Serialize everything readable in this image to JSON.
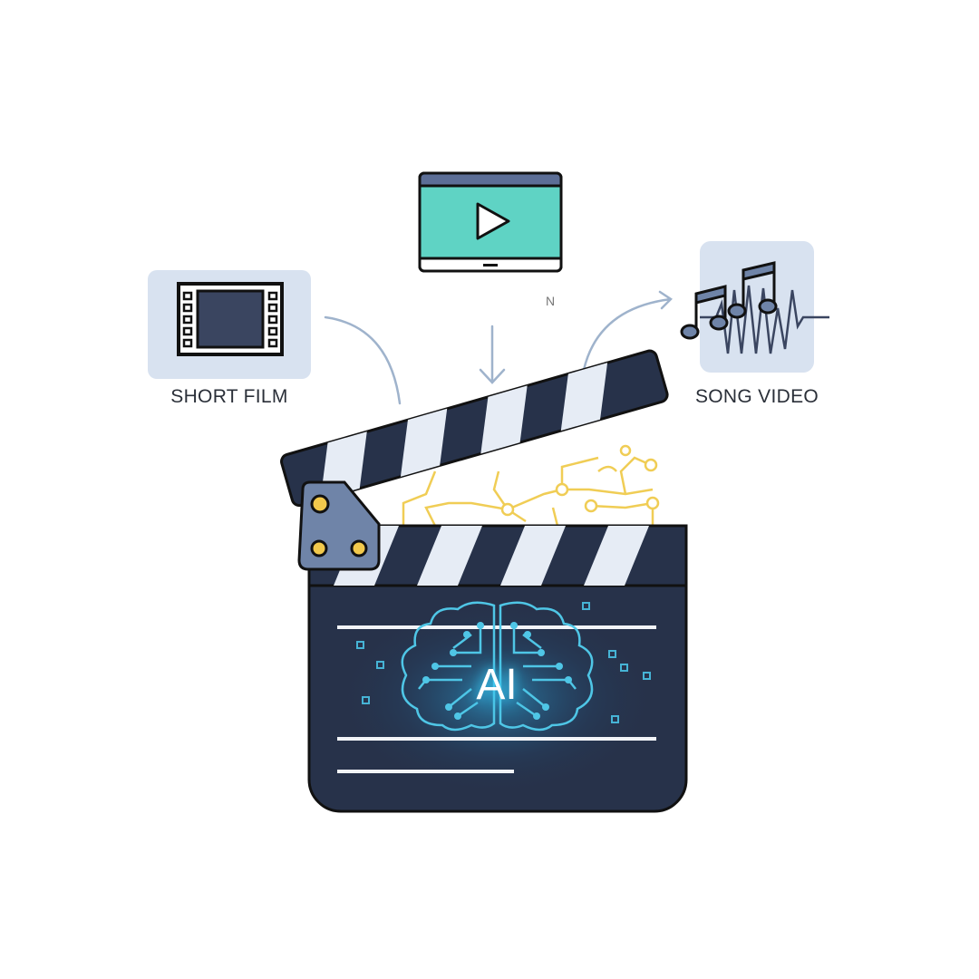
{
  "labels": {
    "short_film": "SHORT FILM",
    "song_video": "SONG VIDEO",
    "center": "AI",
    "stray_glyph": "N"
  },
  "icons": {
    "short_film": "film-strip-icon",
    "video": "video-player-icon",
    "song_video": "music-waveform-icon",
    "clapperboard": "clapperboard-icon",
    "brain": "ai-brain-circuit-icon"
  },
  "colors": {
    "navy": "#27324a",
    "stripe_light": "#e6ecf5",
    "tile_bg": "#d8e2f0",
    "teal": "#5fd3c4",
    "hinge": "#6f84a8",
    "gold": "#f2c94c",
    "circuit": "#f0cd55",
    "arrow": "#9fb3cc",
    "glow": "#38c6f0"
  }
}
